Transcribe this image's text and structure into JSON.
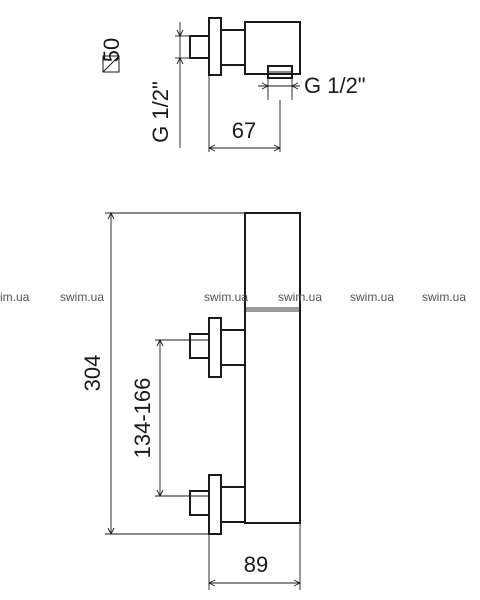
{
  "top_view": {
    "square_symbol_label": "50",
    "thread_left_label": "G 1/2\"",
    "thread_right_label": "G 1/2\"",
    "depth_label": "67"
  },
  "front_view": {
    "height_label": "304",
    "spacing_label": "134-166",
    "depth_label": "89"
  },
  "watermark": {
    "items": [
      "im.ua",
      "swim.ua",
      "swim.ua",
      "swim.ua",
      "swim.ua",
      "swim.ua"
    ]
  },
  "colors": {
    "line": "#1a1a1a",
    "accent_bar": "#9a9a9a",
    "watermark": "#555555"
  }
}
